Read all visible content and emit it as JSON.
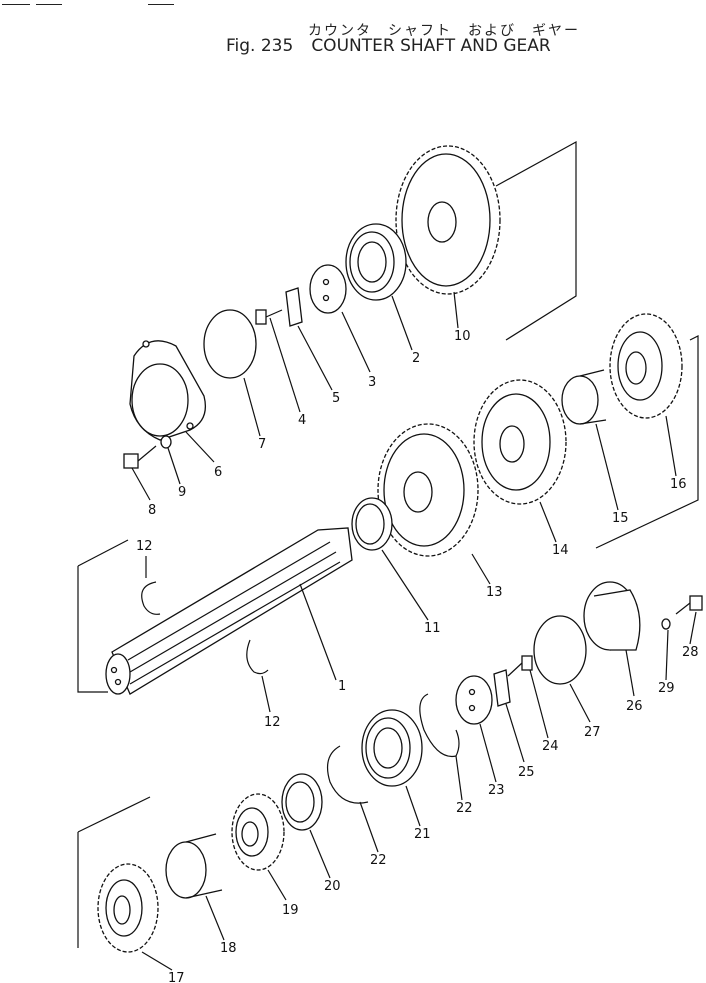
{
  "header": {
    "title_jp": "カウンタ　シャフト　および　ギヤー",
    "fig_label": "Fig. 235",
    "title_en": "COUNTER SHAFT AND GEAR"
  },
  "parts": [
    {
      "label": "1"
    },
    {
      "label": "2"
    },
    {
      "label": "3"
    },
    {
      "label": "4"
    },
    {
      "label": "5"
    },
    {
      "label": "6"
    },
    {
      "label": "7"
    },
    {
      "label": "8"
    },
    {
      "label": "9"
    },
    {
      "label": "10"
    },
    {
      "label": "11"
    },
    {
      "label": "12"
    },
    {
      "label": "12"
    },
    {
      "label": "13"
    },
    {
      "label": "14"
    },
    {
      "label": "15"
    },
    {
      "label": "16"
    },
    {
      "label": "17"
    },
    {
      "label": "18"
    },
    {
      "label": "19"
    },
    {
      "label": "20"
    },
    {
      "label": "21"
    },
    {
      "label": "22"
    },
    {
      "label": "22"
    },
    {
      "label": "23"
    },
    {
      "label": "24"
    },
    {
      "label": "25"
    },
    {
      "label": "26"
    },
    {
      "label": "27"
    },
    {
      "label": "28"
    },
    {
      "label": "29"
    }
  ]
}
